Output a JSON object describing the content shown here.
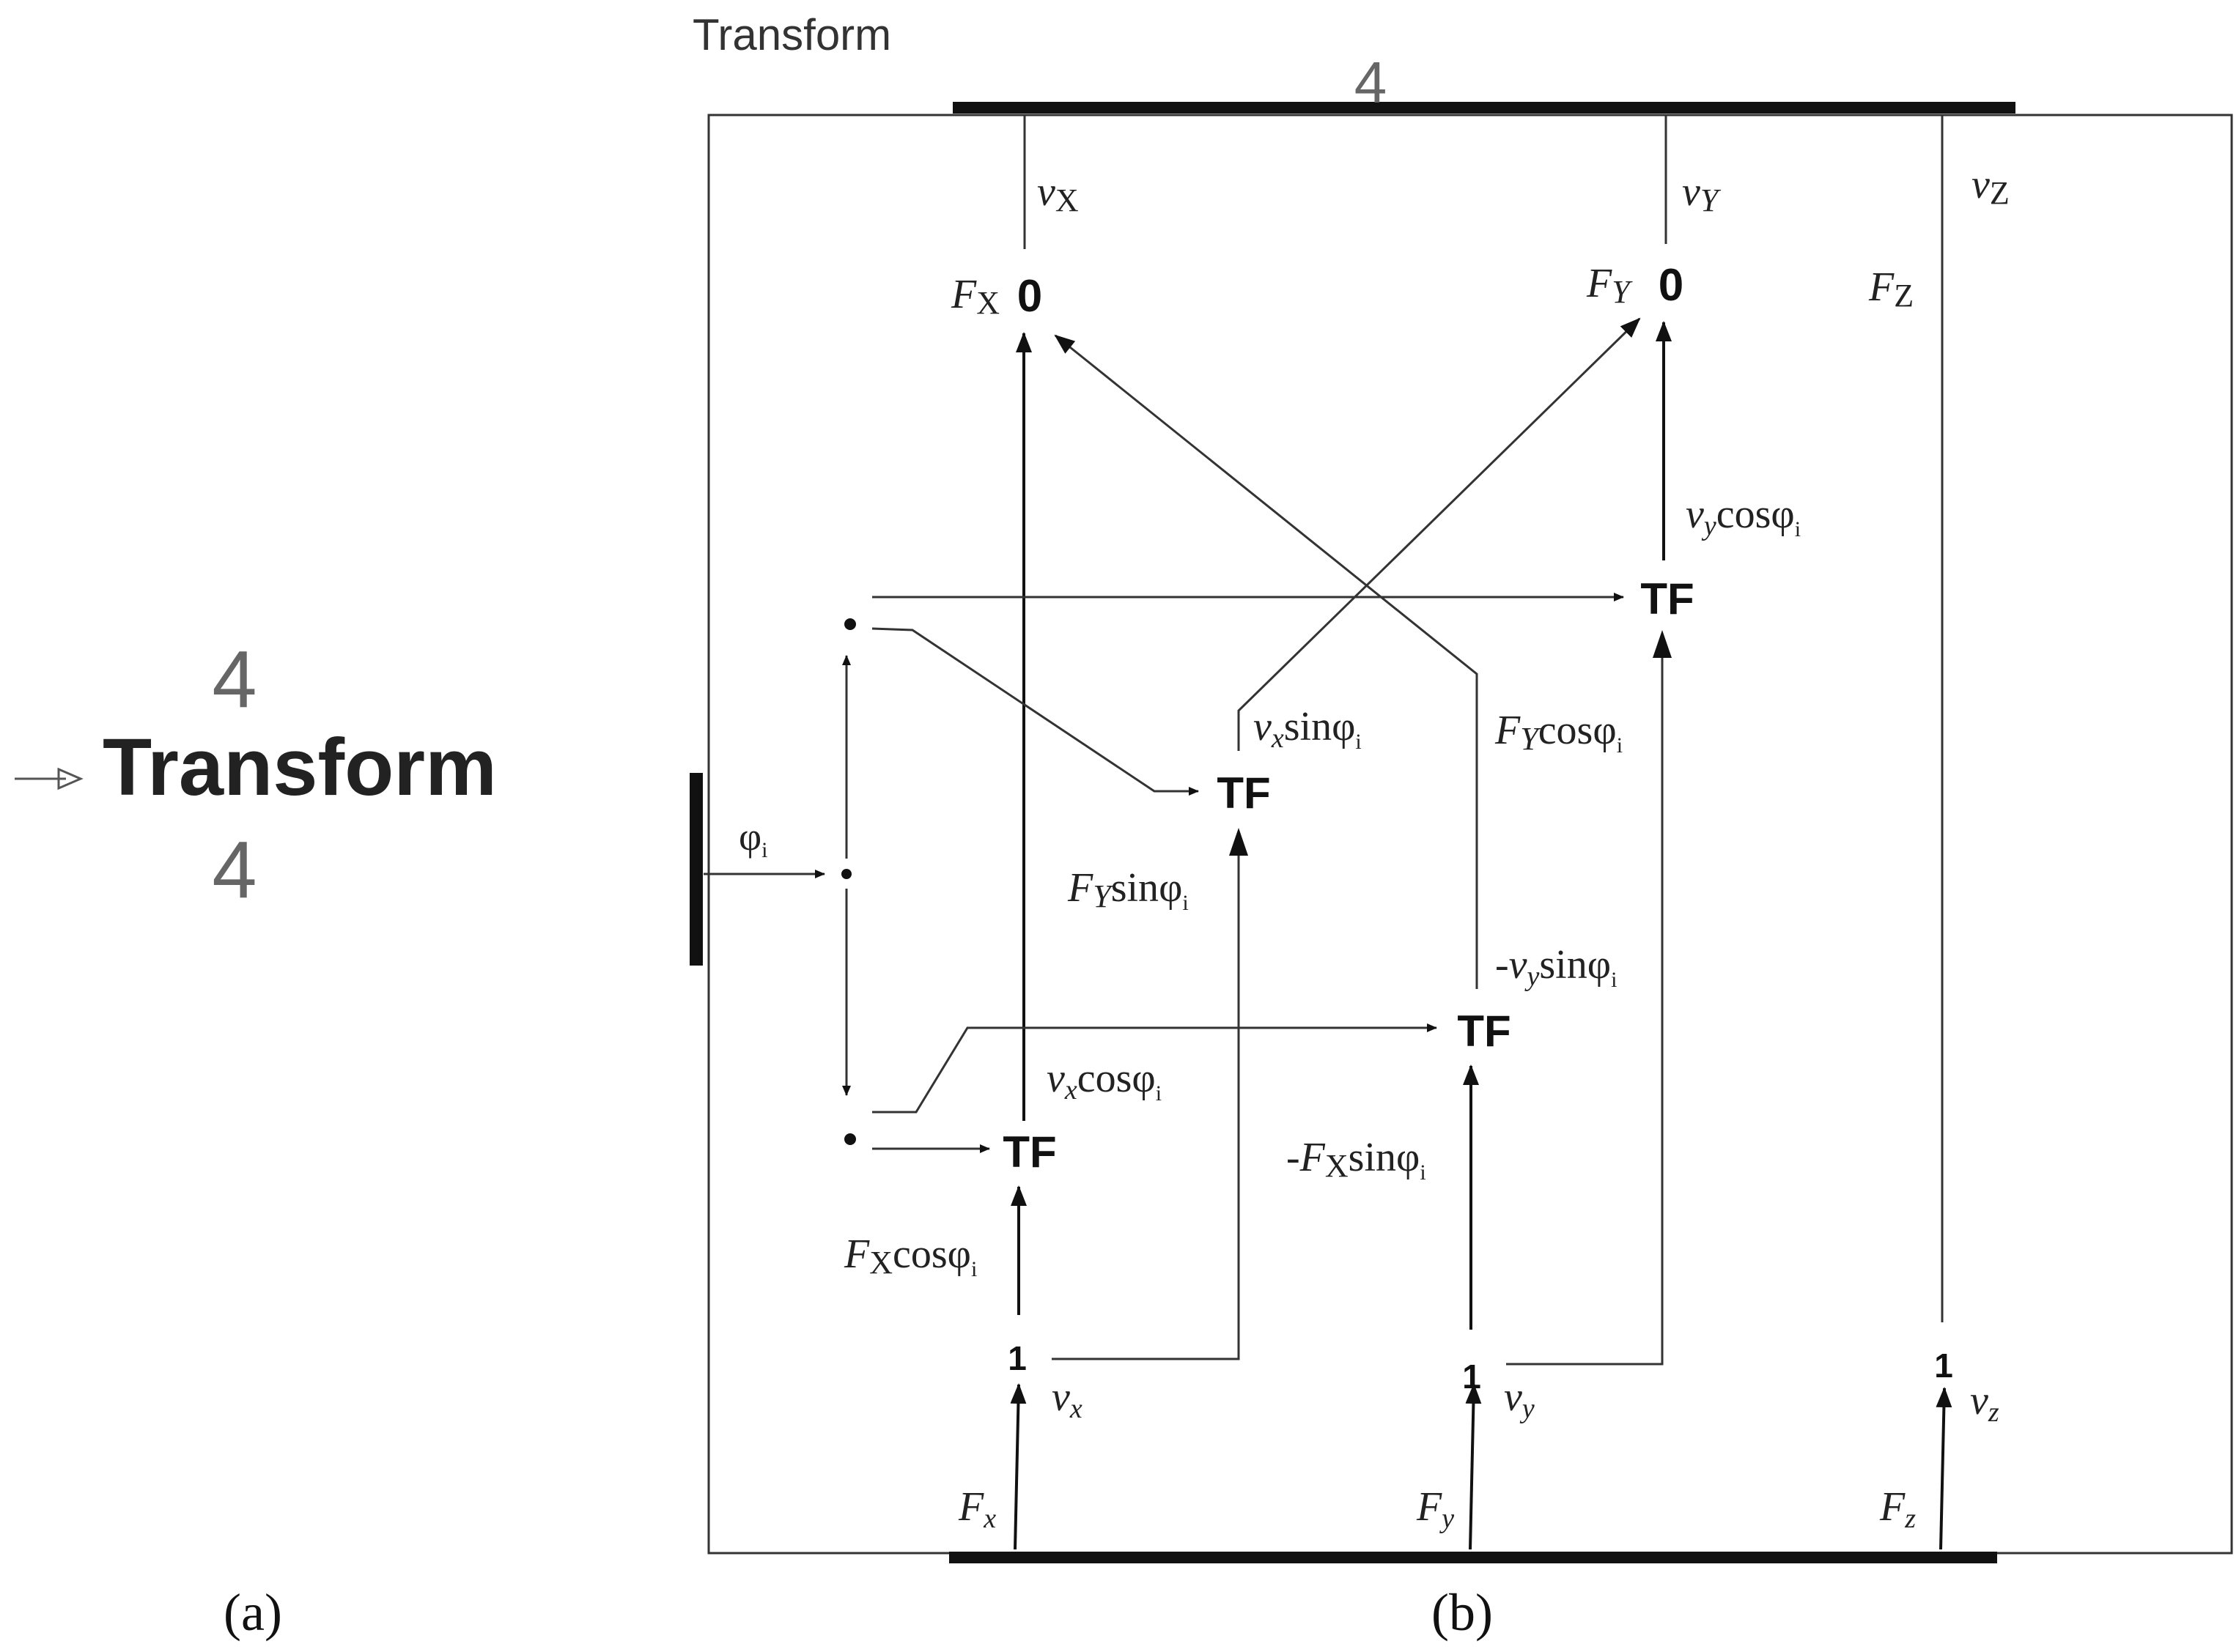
{
  "panel_a": {
    "block_name": "Transform",
    "caption": "(a)",
    "port_glyph": "4"
  },
  "panel_b": {
    "title": "Transform",
    "caption": "(b)",
    "port_glyph": "4",
    "junctions": {
      "zero": "0",
      "one": "1",
      "transformer": "TF"
    },
    "outer_flows": {
      "vX": "v",
      "vX_sub": "X",
      "vY": "v",
      "vY_sub": "Y",
      "vZ": "v",
      "vZ_sub": "Z",
      "FX": "F",
      "FX_sub": "X",
      "FY": "F",
      "FY_sub": "Y",
      "FZ": "F",
      "FZ_sub": "Z"
    },
    "inner_flows": {
      "vx": "v",
      "vx_sub": "x",
      "vy": "v",
      "vy_sub": "y",
      "vz": "v",
      "vz_sub": "z",
      "Fx": "F",
      "Fx_sub": "x",
      "Fy": "F",
      "Fy_sub": "y",
      "Fz": "F",
      "Fz_sub": "z"
    },
    "angle_input": "φ",
    "angle_sub": "i",
    "trig": {
      "cos": "cos",
      "sin": "sin",
      "phi": "φ",
      "i": "i",
      "minus": "-"
    }
  }
}
